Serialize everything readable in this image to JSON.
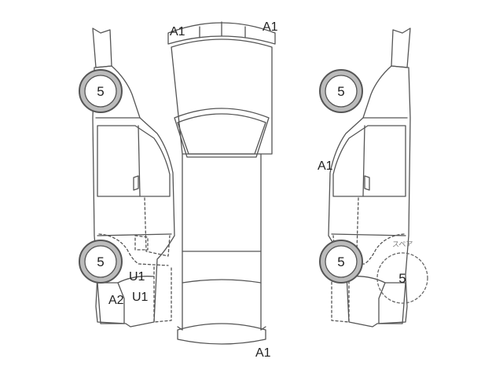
{
  "tires": {
    "left_front": "5",
    "right_front": "5",
    "left_rear": "5",
    "right_rear": "5",
    "spare": "5"
  },
  "spare_label": "スペア",
  "damage_marks": {
    "roof_front_left": "A1",
    "roof_front_right": "A1",
    "right_door": "A1",
    "left_rear_u1_upper": "U1",
    "left_rear_u1_lower": "U1",
    "left_rear_a2": "A2",
    "rear_bumper": "A1"
  }
}
